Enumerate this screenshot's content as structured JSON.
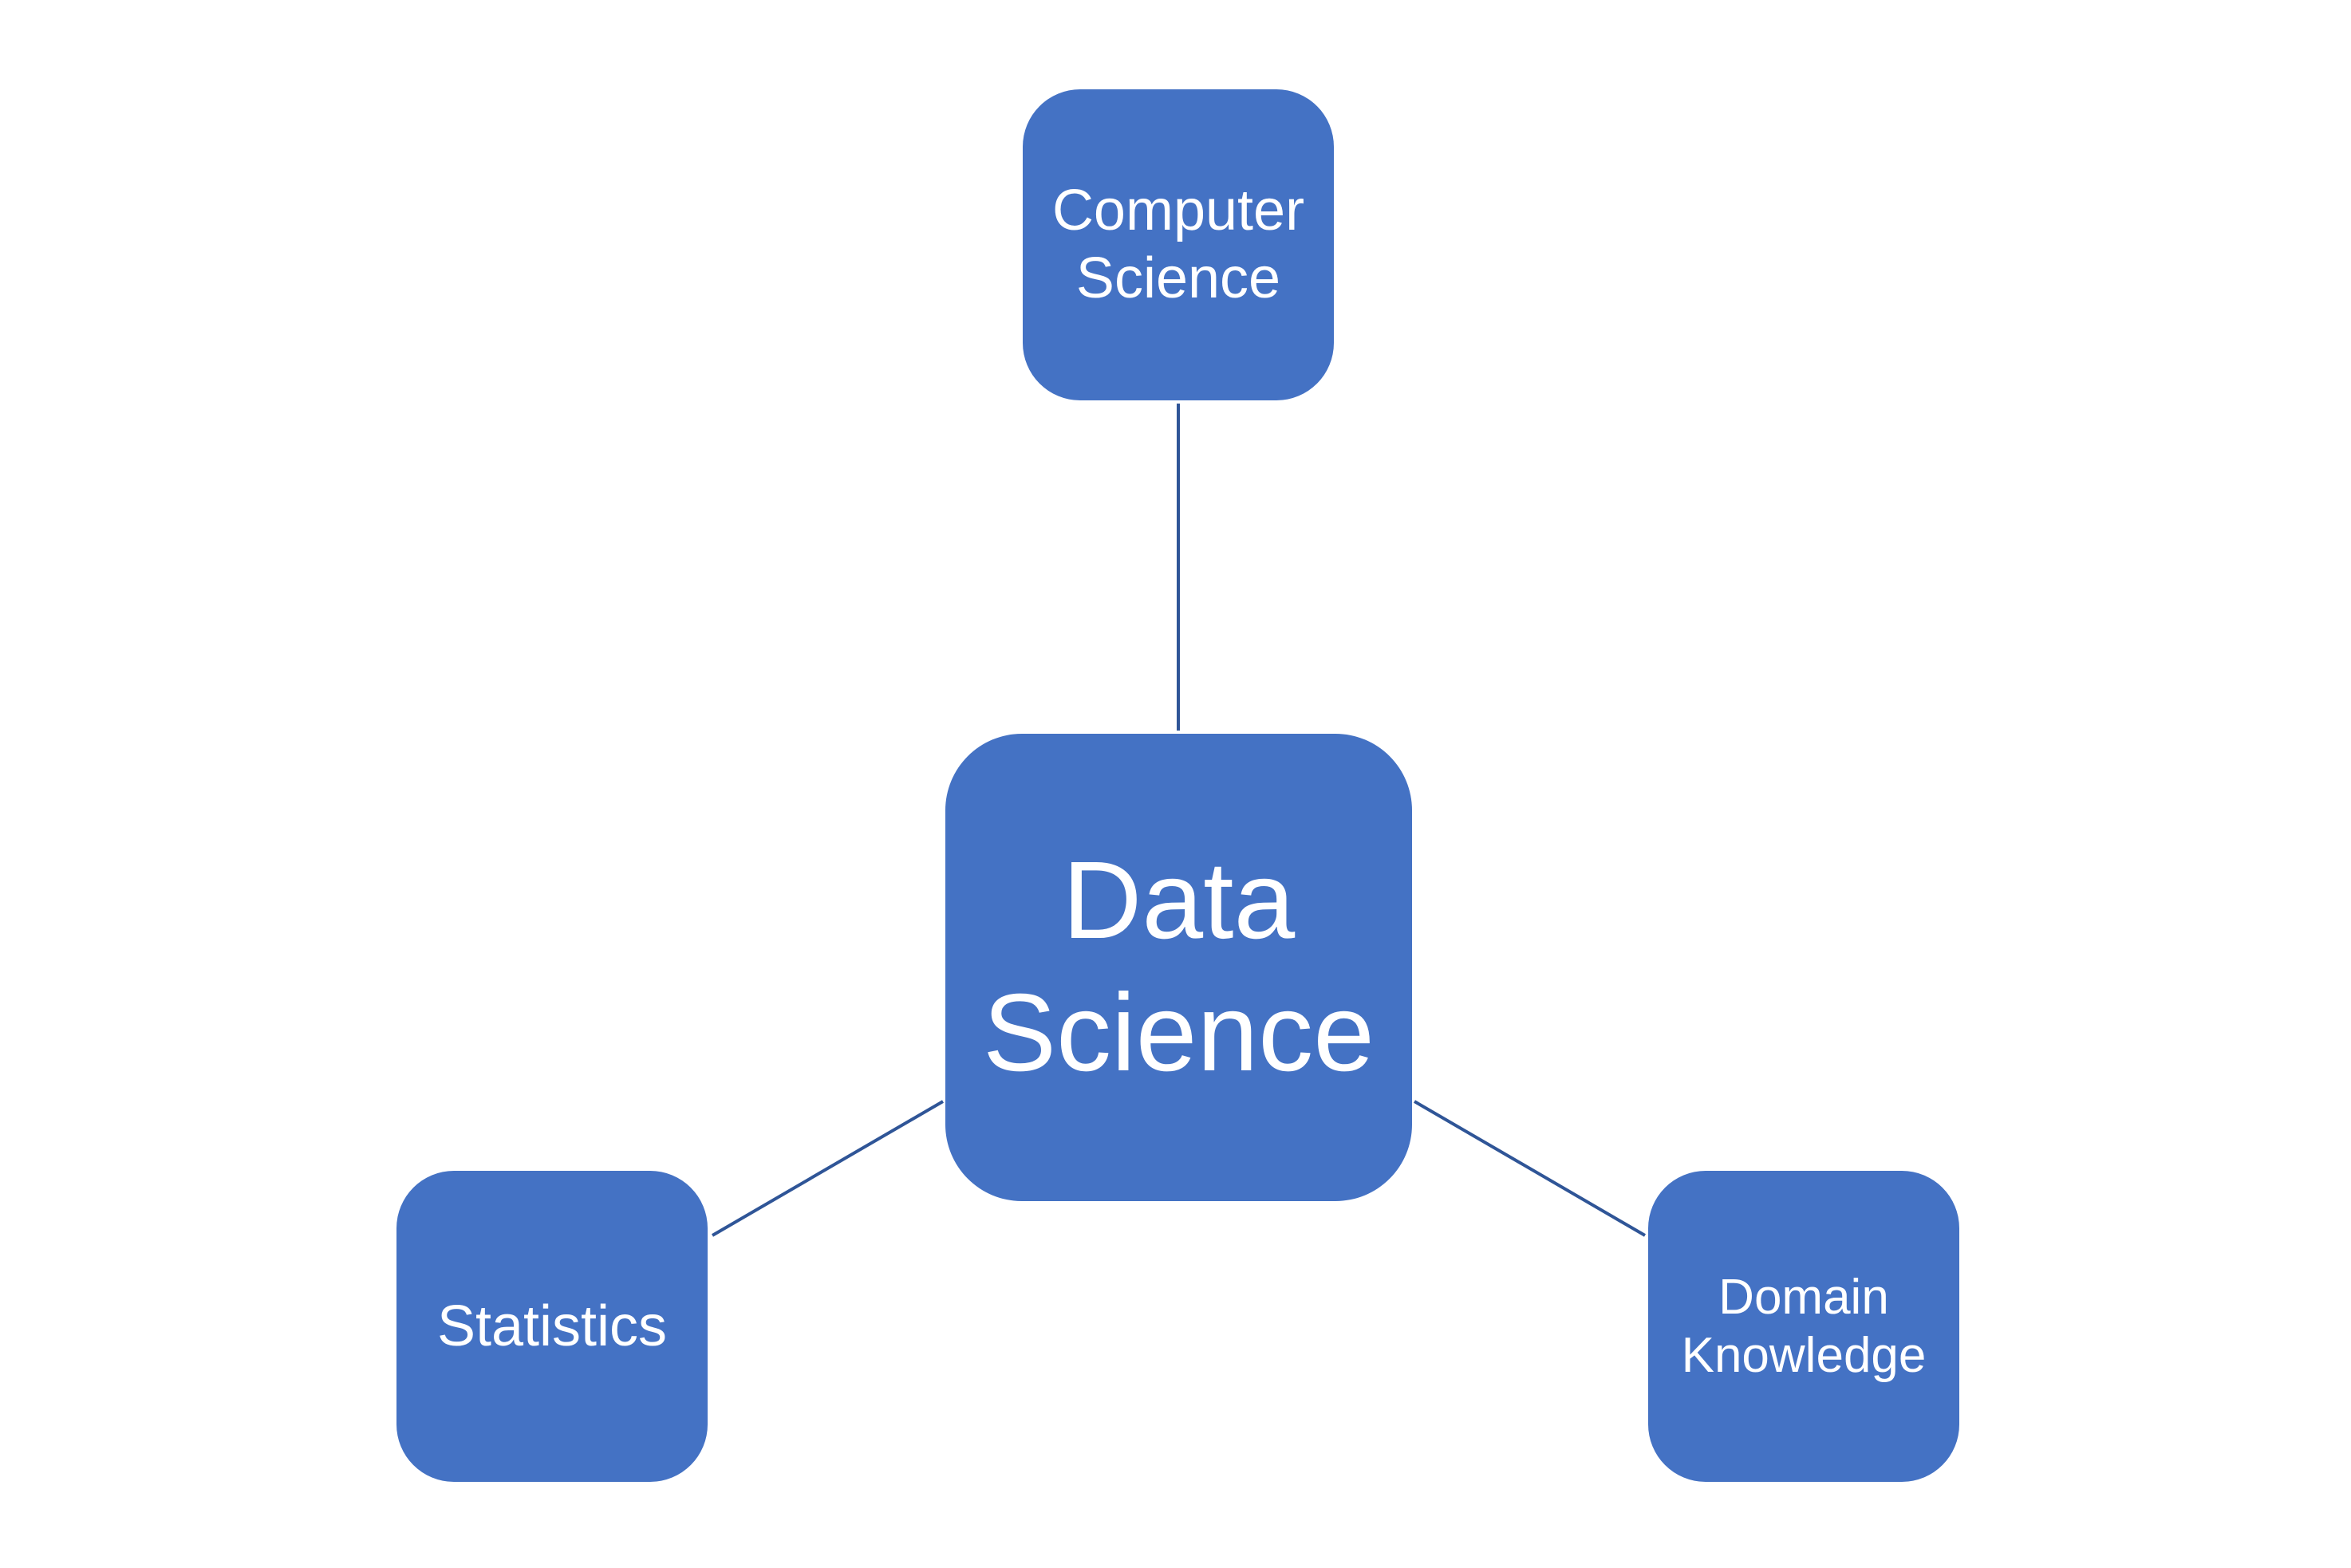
{
  "diagram": {
    "colors": {
      "node_fill": "#4472c4",
      "connector": "#2f5597",
      "text": "#ffffff",
      "background": "#ffffff"
    },
    "nodes": [
      {
        "id": "computer-science",
        "label": "Computer\nScience"
      },
      {
        "id": "data-science",
        "label": "Data\nScience"
      },
      {
        "id": "statistics",
        "label": "Statistics"
      },
      {
        "id": "domain-knowledge",
        "label": "Domain\nKnowledge"
      }
    ],
    "edges": [
      {
        "from": "data-science",
        "to": "computer-science"
      },
      {
        "from": "data-science",
        "to": "statistics"
      },
      {
        "from": "data-science",
        "to": "domain-knowledge"
      }
    ]
  }
}
